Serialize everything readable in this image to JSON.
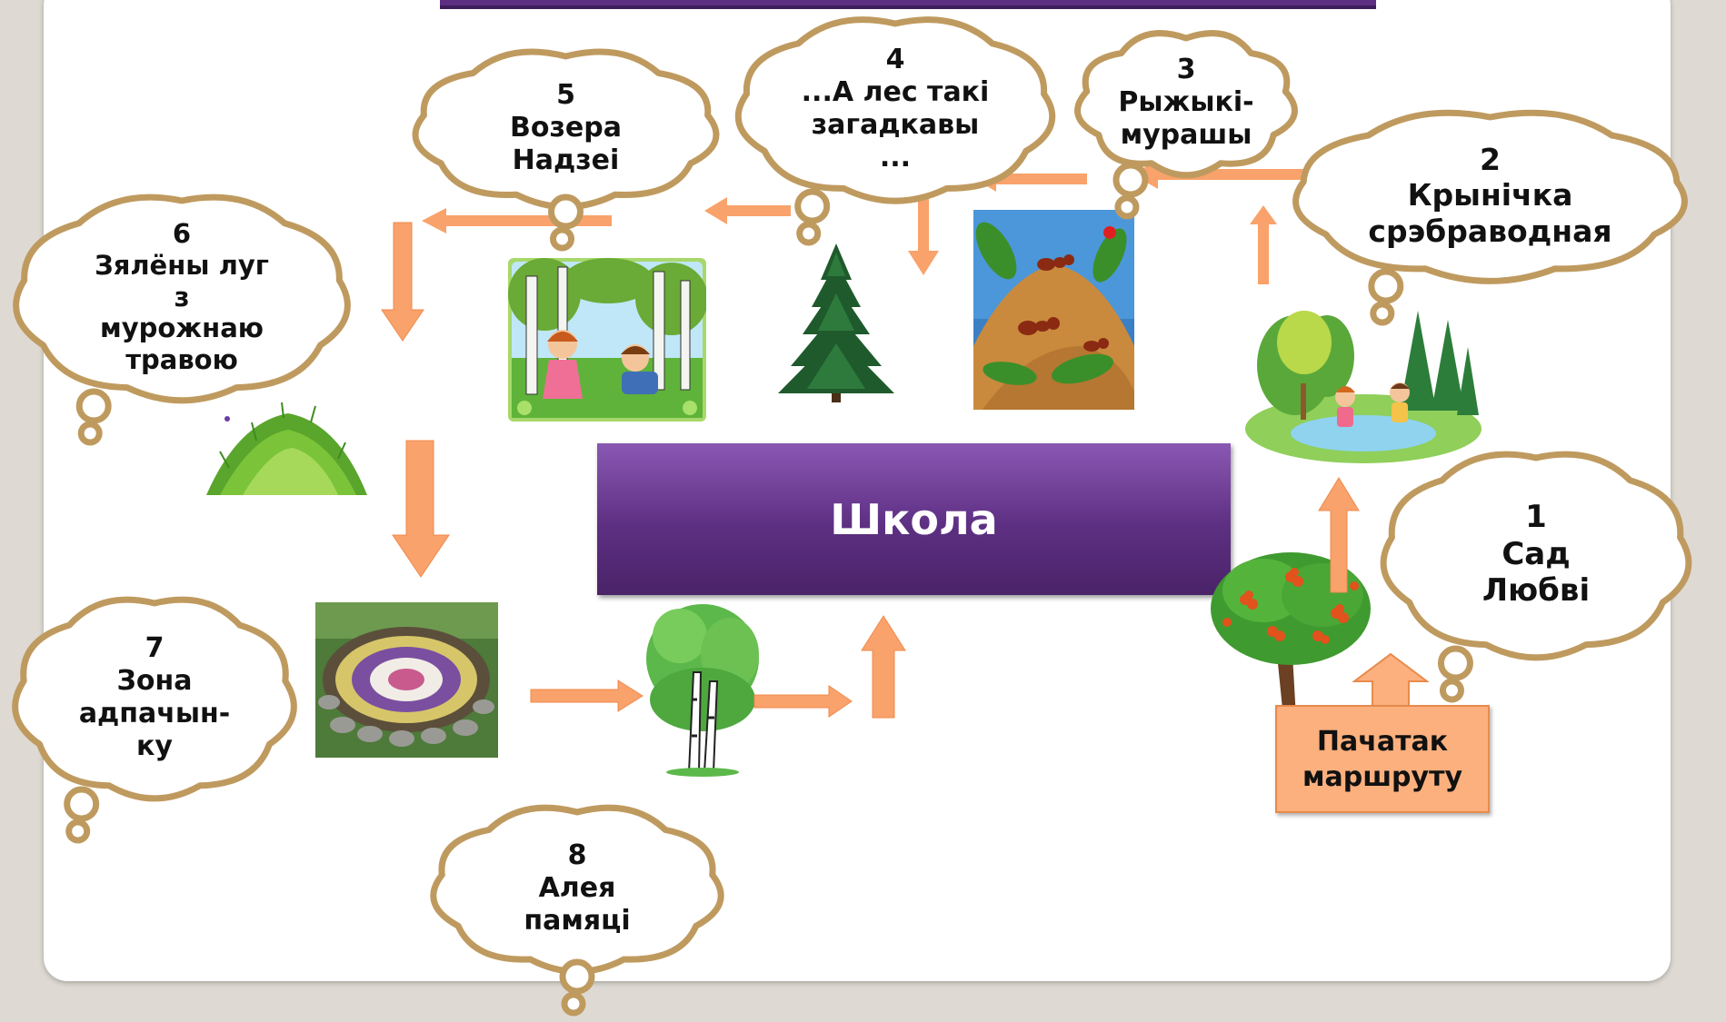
{
  "center": {
    "label": "Школа"
  },
  "start": {
    "line1": "Пачатак",
    "line2": "маршруту"
  },
  "stops": [
    {
      "number": "1",
      "lines": [
        "Сад",
        "Любві"
      ]
    },
    {
      "number": "2",
      "lines": [
        "Крынічка",
        "срэбраводная"
      ]
    },
    {
      "number": "3",
      "lines": [
        "Рыжыкі-",
        "мурашы"
      ]
    },
    {
      "number": "4",
      "lines": [
        "...А лес такі",
        "загадкавы",
        "..."
      ]
    },
    {
      "number": "5",
      "lines": [
        "Возера",
        "Надзеі"
      ]
    },
    {
      "number": "6",
      "lines": [
        "Зялёны луг",
        "з",
        "мурожнаю",
        "травою"
      ]
    },
    {
      "number": "7",
      "lines": [
        "Зона",
        "адпачын-",
        "ку"
      ]
    },
    {
      "number": "8",
      "lines": [
        "Алея",
        "памяці"
      ]
    }
  ],
  "colors": {
    "center_fill": "#5d2f82",
    "arrow_fill": "#f9a26b",
    "cloud_outline": "#bf9a5f",
    "start_fill": "#fbb07e"
  },
  "icons": [
    "rowan-tree-icon",
    "pond-kids-icon",
    "anthill-icon",
    "fir-tree-icon",
    "birch-kids-icon",
    "grass-mound-icon",
    "flowerbed-icon",
    "birch-tree-icon"
  ]
}
